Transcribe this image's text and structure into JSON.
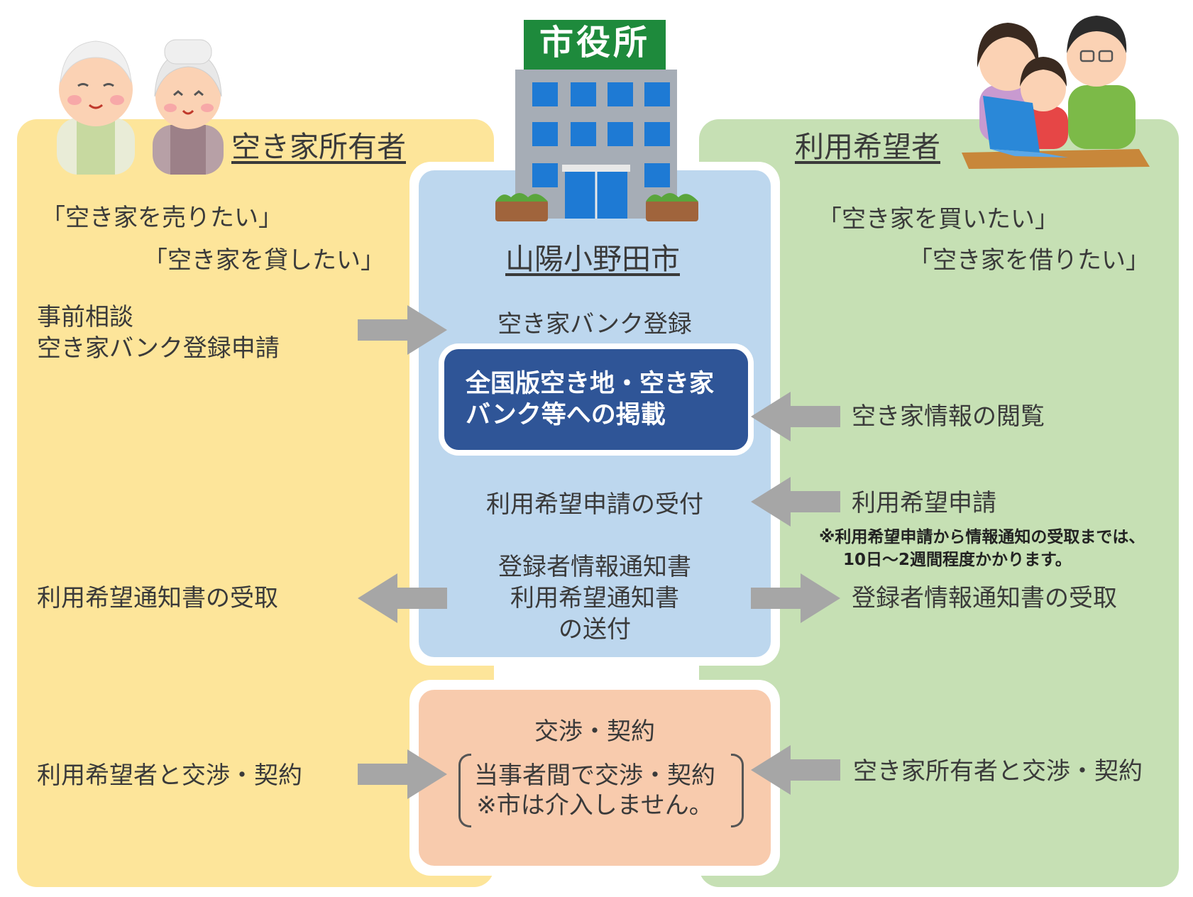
{
  "owner": {
    "heading": "空き家所有者",
    "wish_sell": "「空き家を売りたい」",
    "wish_lend": "「空き家を貸したい」",
    "step_consult_line1": "事前相談",
    "step_consult_line2": "空き家バンク登録申請",
    "step_receive_notice": "利用希望通知書の受取",
    "step_negotiate": "利用希望者と交渉・契約"
  },
  "city": {
    "sign": "市役所",
    "name": "山陽小野田市",
    "register": "空き家バンク登録",
    "national_bank_line1": "全国版空き地・空き家",
    "national_bank_line2": "バンク等への掲載",
    "accept_application": "利用希望申請の受付",
    "send_line1": "登録者情報通知書",
    "send_line2": "利用希望通知書",
    "send_line3": "の送付"
  },
  "negotiation": {
    "title": "交渉・契約",
    "line1": "当事者間で交渉・契約",
    "line2": "※市は介入しません。"
  },
  "user": {
    "heading": "利用希望者",
    "wish_buy": "「空き家を買いたい」",
    "wish_rent": "「空き家を借りたい」",
    "step_browse": "空き家情報の閲覧",
    "step_apply": "利用希望申請",
    "note_line1": "※利用希望申請から情報通知の受取までは、",
    "note_line2": "10日～2週間程度かかります。",
    "step_receive_info": "登録者情報通知書の受取",
    "step_negotiate": "空き家所有者と交渉・契約"
  },
  "colors": {
    "owner_panel": "#fde59a",
    "user_panel": "#c6e0b4",
    "city_panel": "#bdd7ee",
    "negotiation_panel": "#f8cbad",
    "bank_box": "#2f5597",
    "arrow": "#a6a6a6",
    "building_sign": "#1e8a3c"
  },
  "icons": [
    "elderly-couple-illustration",
    "city-hall-building-illustration",
    "family-laptop-illustration"
  ]
}
